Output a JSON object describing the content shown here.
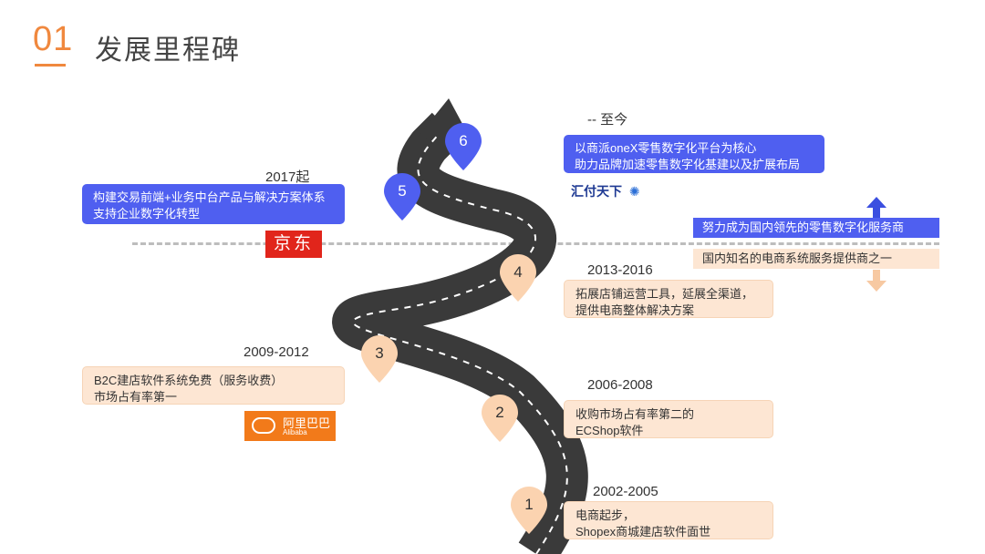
{
  "header": {
    "section_number": "01",
    "title": "发展里程碑"
  },
  "colors": {
    "accent_orange": "#f0883e",
    "blue": "#4f5ff0",
    "road": "#3a3a3a",
    "orange_box": "#fde6d3"
  },
  "milestones": [
    {
      "num": "1",
      "year": "2002-2005",
      "lines": [
        "电商起步，",
        "Shopex商城建店软件面世"
      ]
    },
    {
      "num": "2",
      "year": "2006-2008",
      "lines": [
        "收购市场占有率第二的",
        "ECShop软件"
      ]
    },
    {
      "num": "3",
      "year": "2009-2012",
      "lines": [
        "B2C建店软件系统免费（服务收费）",
        "市场占有率第一"
      ]
    },
    {
      "num": "4",
      "year": "2013-2016",
      "lines": [
        "拓展店铺运营工具，延展全渠道，",
        "提供电商整体解决方案"
      ]
    },
    {
      "num": "5",
      "year": "2017起",
      "lines": [
        "构建交易前端+业务中台产品与解决方案体系",
        "支持企业数字化转型"
      ]
    },
    {
      "num": "6",
      "year": "-- 至今",
      "lines": [
        "以商派oneX零售数字化平台为核心",
        "助力品牌加速零售数字化基建以及扩展布局"
      ]
    }
  ],
  "strategy": {
    "up": "努力成为国内领先的零售数字化服务商",
    "down": "国内知名的电商系统服务提供商之一"
  },
  "logos": {
    "jd": {
      "text": "京东",
      "icon": "jd-logo"
    },
    "alibaba": {
      "text_cn": "阿里巴巴",
      "text_en": "Alibaba",
      "icon": "alibaba-logo"
    },
    "huifu": {
      "text": "汇付天下",
      "icon": "huifu-logo"
    }
  }
}
